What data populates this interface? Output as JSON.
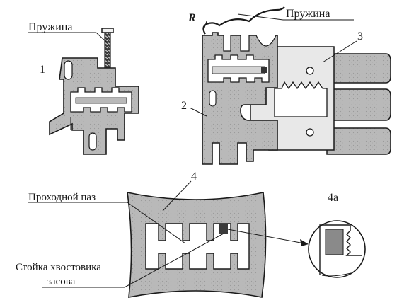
{
  "labels": {
    "spring_left": "Пружина",
    "spring_right": "Пружина",
    "r_mark": "R",
    "part_1": "1",
    "part_2": "2",
    "part_3": "3",
    "part_4": "4",
    "part_4a": "4а",
    "channel": "Проходной паз",
    "post_line1": "Стойка хвостовика",
    "post_line2": "засова"
  },
  "icons": [
    "spring-icon",
    "hatch-fill",
    "round-hole"
  ],
  "colors": {
    "ink": "#1a1a1a",
    "part_fill": "#b9b9b9",
    "light_fill": "#e8e8e8",
    "dark_fill": "#8a8a8a",
    "background": "#ffffff"
  }
}
